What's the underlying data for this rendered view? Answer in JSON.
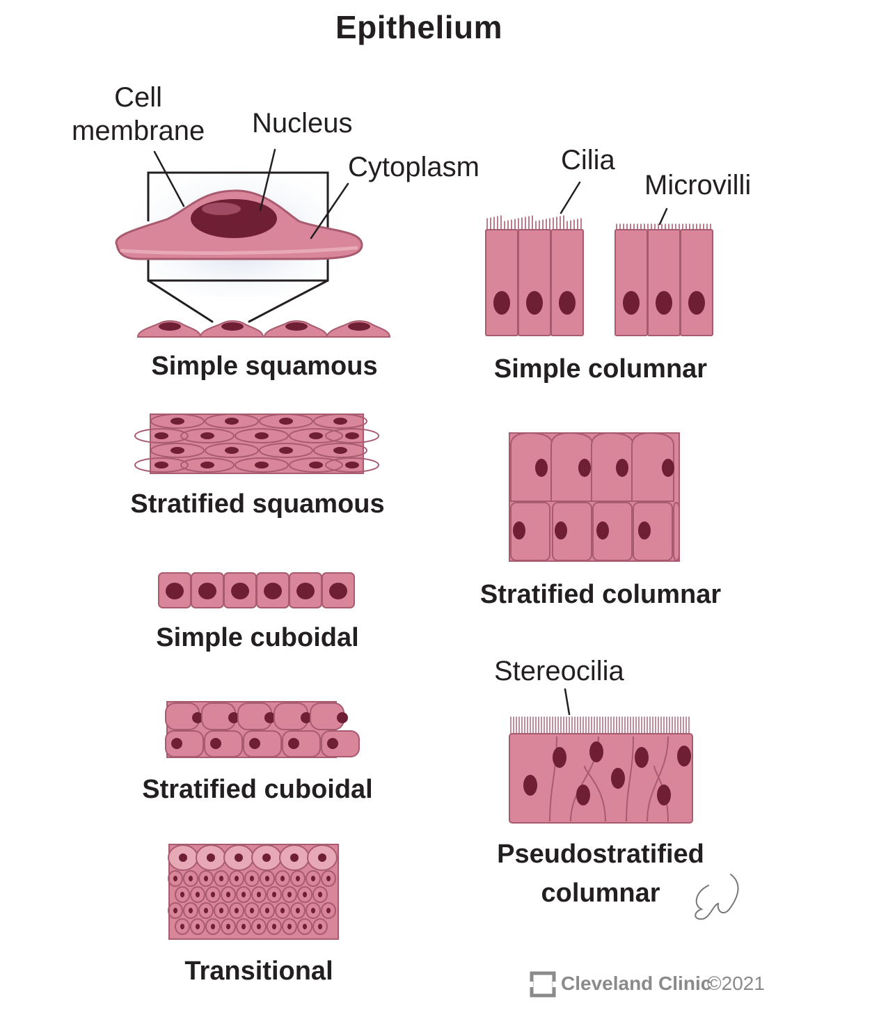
{
  "title": "Epithelium",
  "annotations": {
    "cell_membrane": "Cell\nmembrane",
    "nucleus": "Nucleus",
    "cytoplasm": "Cytoplasm",
    "cilia": "Cilia",
    "microvilli": "Microvilli",
    "stereocilia": "Stereocilia"
  },
  "tissues": {
    "simple_squamous": "Simple squamous",
    "stratified_squamous": "Stratified squamous",
    "simple_cuboidal": "Simple cuboidal",
    "stratified_cuboidal": "Stratified cuboidal",
    "transitional": "Transitional",
    "simple_columnar": "Simple columnar",
    "stratified_columnar": "Stratified columnar",
    "pseudostratified_line1": "Pseudostratified",
    "pseudostratified_line2": "columnar"
  },
  "credit": {
    "brand": "Cleveland Clinic",
    "copyright": "©2021",
    "signature": "EW"
  },
  "colors": {
    "cell_fill": "#d9869a",
    "cell_light": "#e8a9b7",
    "cell_outline": "#a85a6e",
    "nucleus": "#6e1f34",
    "nucleus_highlight": "#a35068",
    "ink": "#231f20",
    "glow": "#cdd6e6"
  }
}
